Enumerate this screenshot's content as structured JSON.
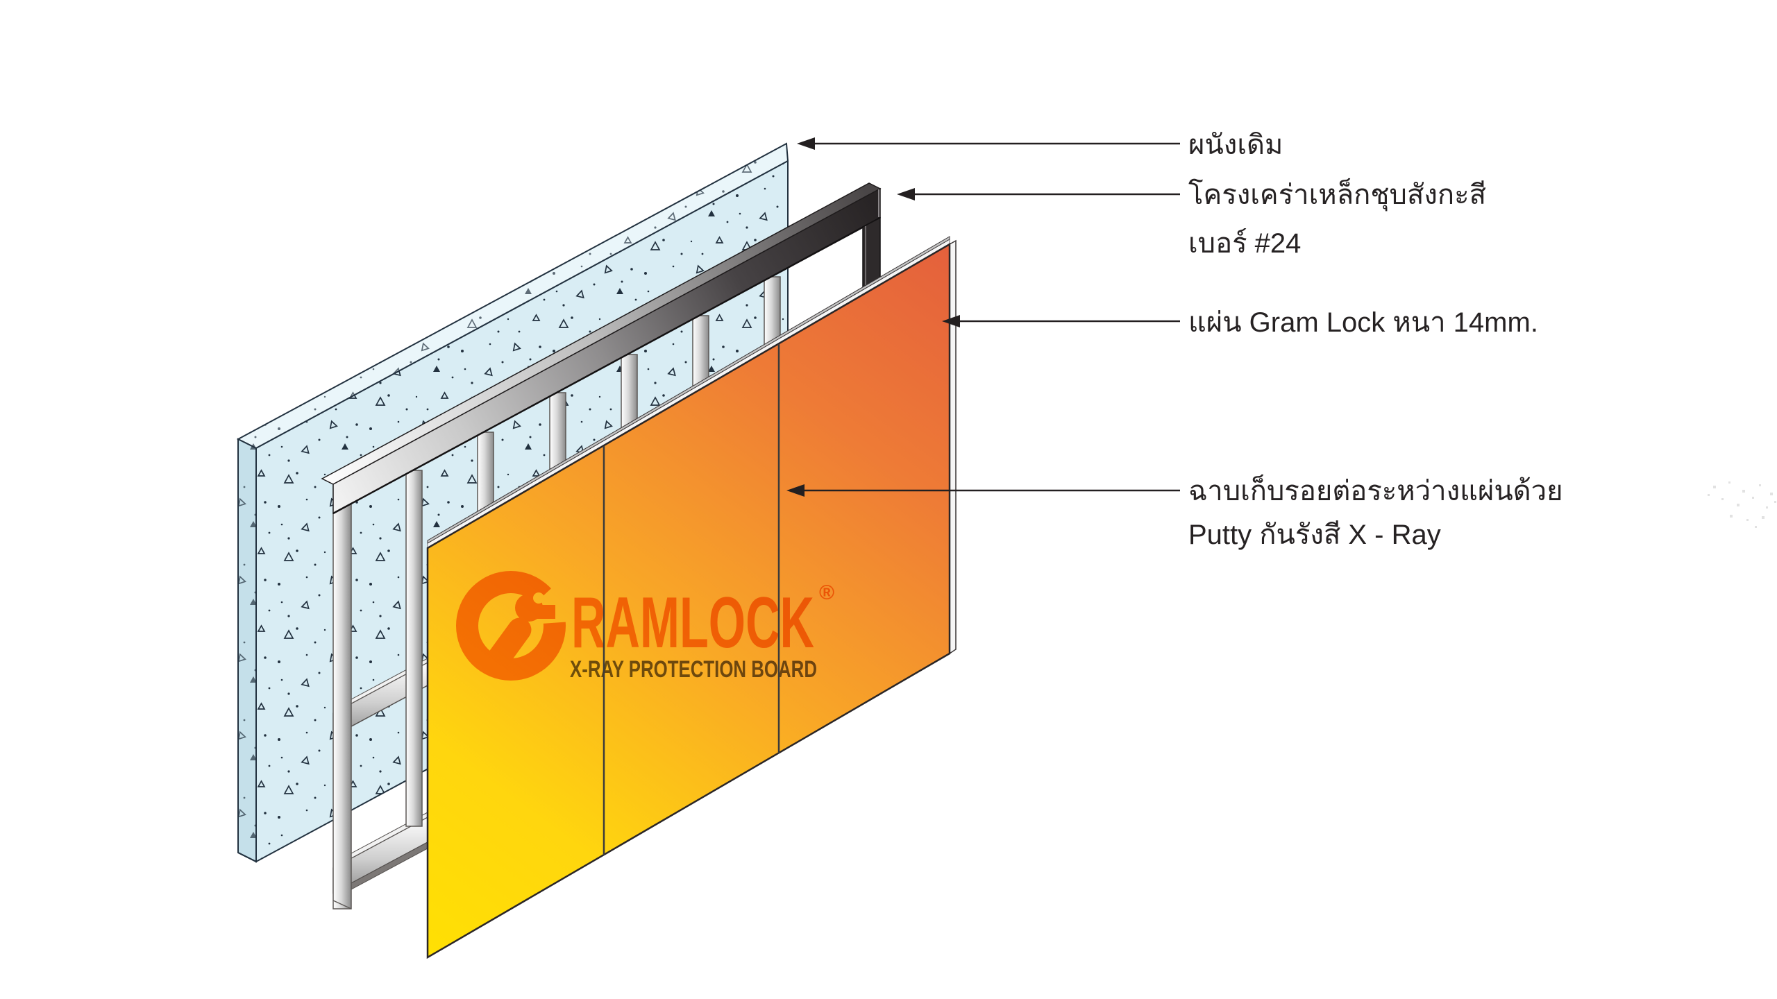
{
  "diagram": {
    "title_hint": "x-ray-protection-wall-assembly",
    "labels": {
      "existing_wall": "ผนังเดิม",
      "steel_frame_line1": "โครงเคร่าเหล็กชุบสังกะสี",
      "steel_frame_line2": "เบอร์ #24",
      "gramlock_sheet": "แผ่น Gram Lock หนา 14mm.",
      "putty_line1": "ฉาบเก็บรอยต่อระหว่างแผ่นด้วย",
      "putty_line2": "Putty กันรังสี X - Ray"
    },
    "logo": {
      "brand": "RAMLOCK",
      "registered": "®",
      "tagline": "X-RAY PROTECTION BOARD"
    },
    "colors": {
      "label_text": "#262223",
      "accent_orange": "#E9622E",
      "wall_blue": "#D9EDF4",
      "wall_blue_top": "#EAF6FA",
      "wall_blue_side": "#C5E0EA",
      "panel_yellow": "#FFE003",
      "panel_orange": "#E4603C",
      "logo_orange": "#F6921E",
      "tagline_gray": "#5D5647",
      "frame_dark": "#2E2A2B",
      "metal_light": "#F2F2F2"
    }
  }
}
